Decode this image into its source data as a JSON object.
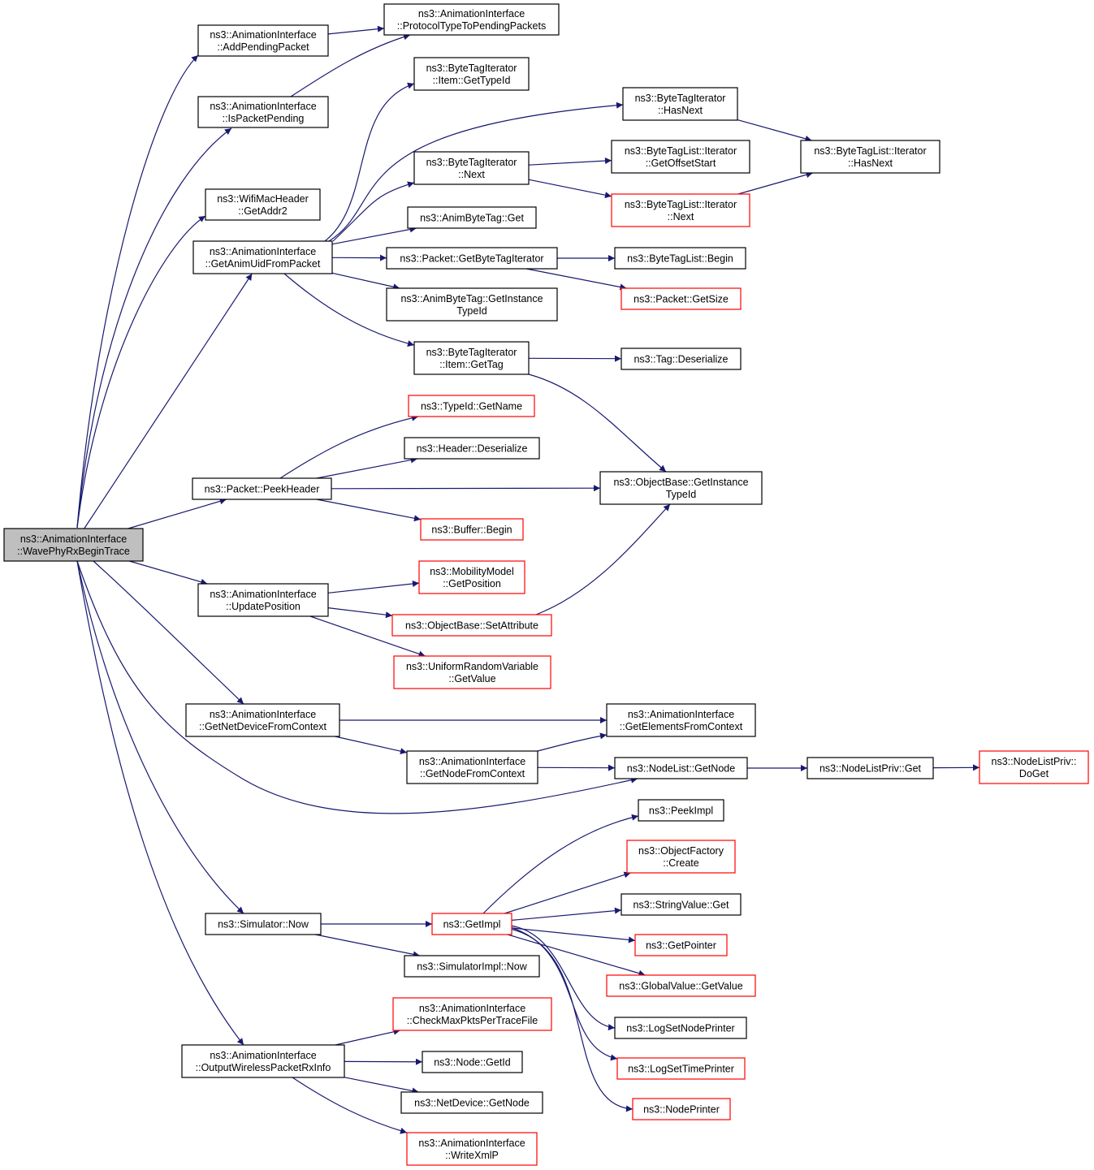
{
  "colors": {
    "edge": "#191970",
    "node_border": "#000000",
    "node_border_truncated": "#ff0000",
    "root_fill": "#bfbfbf"
  },
  "nodes": {
    "root": {
      "lines": [
        "ns3::AnimationInterface",
        "::WavePhyRxBeginTrace"
      ],
      "style": "root"
    },
    "addpend": {
      "lines": [
        "ns3::AnimationInterface",
        "::AddPendingPacket"
      ]
    },
    "protomap": {
      "lines": [
        "ns3::AnimationInterface",
        "::ProtocolTypeToPendingPackets"
      ]
    },
    "ispend": {
      "lines": [
        "ns3::AnimationInterface",
        "::IsPacketPending"
      ]
    },
    "getaddr2": {
      "lines": [
        "ns3::WifiMacHeader",
        "::GetAddr2"
      ]
    },
    "getuid": {
      "lines": [
        "ns3::AnimationInterface",
        "::GetAnimUidFromPacket"
      ]
    },
    "itemtypeid": {
      "lines": [
        "ns3::ByteTagIterator",
        "::Item::GetTypeId"
      ]
    },
    "bti_hasnext": {
      "lines": [
        "ns3::ByteTagIterator",
        "::HasNext"
      ]
    },
    "bti_next": {
      "lines": [
        "ns3::ByteTagIterator",
        "::Next"
      ]
    },
    "btl_offset": {
      "lines": [
        "ns3::ByteTagList::Iterator",
        "::GetOffsetStart"
      ]
    },
    "btl_next": {
      "lines": [
        "ns3::ByteTagList::Iterator",
        "::Next"
      ],
      "style": "red"
    },
    "btl_hasnext": {
      "lines": [
        "ns3::ByteTagList::Iterator",
        "::HasNext"
      ]
    },
    "abt_get": {
      "lines": [
        "ns3::AnimByteTag::Get"
      ]
    },
    "getbti": {
      "lines": [
        "ns3::Packet::GetByteTagIterator"
      ]
    },
    "btl_begin": {
      "lines": [
        "ns3::ByteTagList::Begin"
      ]
    },
    "pkt_getsize": {
      "lines": [
        "ns3::Packet::GetSize"
      ],
      "style": "red"
    },
    "abt_getinst": {
      "lines": [
        "ns3::AnimByteTag::GetInstance",
        "TypeId"
      ]
    },
    "itemgettag": {
      "lines": [
        "ns3::ByteTagIterator",
        "::Item::GetTag"
      ]
    },
    "tag_deser": {
      "lines": [
        "ns3::Tag::Deserialize"
      ]
    },
    "typeid_getname": {
      "lines": [
        "ns3::TypeId::GetName"
      ],
      "style": "red"
    },
    "hdr_deser": {
      "lines": [
        "ns3::Header::Deserialize"
      ]
    },
    "peekheader": {
      "lines": [
        "ns3::Packet::PeekHeader"
      ]
    },
    "ob_getinst": {
      "lines": [
        "ns3::ObjectBase::GetInstance",
        "TypeId"
      ]
    },
    "buf_begin": {
      "lines": [
        "ns3::Buffer::Begin"
      ],
      "style": "red"
    },
    "mob_getpos": {
      "lines": [
        "ns3::MobilityModel",
        "::GetPosition"
      ],
      "style": "red"
    },
    "updatepos": {
      "lines": [
        "ns3::AnimationInterface",
        "::UpdatePosition"
      ]
    },
    "ob_setattr": {
      "lines": [
        "ns3::ObjectBase::SetAttribute"
      ],
      "style": "red"
    },
    "urv_getval": {
      "lines": [
        "ns3::UniformRandomVariable",
        "::GetValue"
      ],
      "style": "red"
    },
    "getnetdev": {
      "lines": [
        "ns3::AnimationInterface",
        "::GetNetDeviceFromContext"
      ]
    },
    "getelem": {
      "lines": [
        "ns3::AnimationInterface",
        "::GetElementsFromContext"
      ]
    },
    "getnodefc": {
      "lines": [
        "ns3::AnimationInterface",
        "::GetNodeFromContext"
      ]
    },
    "nl_getnode": {
      "lines": [
        "ns3::NodeList::GetNode"
      ]
    },
    "nlp_get": {
      "lines": [
        "ns3::NodeListPriv::Get"
      ]
    },
    "nlp_doget": {
      "lines": [
        "ns3::NodeListPriv::",
        "DoGet"
      ],
      "style": "red"
    },
    "peekimpl": {
      "lines": [
        "ns3::PeekImpl"
      ]
    },
    "of_create": {
      "lines": [
        "ns3::ObjectFactory",
        "::Create"
      ],
      "style": "red"
    },
    "sim_now": {
      "lines": [
        "ns3::Simulator::Now"
      ]
    },
    "getimpl": {
      "lines": [
        "ns3::GetImpl"
      ],
      "style": "red"
    },
    "sv_get": {
      "lines": [
        "ns3::StringValue::Get"
      ]
    },
    "getpointer": {
      "lines": [
        "ns3::GetPointer"
      ],
      "style": "red"
    },
    "simimpl_now": {
      "lines": [
        "ns3::SimulatorImpl::Now"
      ]
    },
    "gv_getval": {
      "lines": [
        "ns3::GlobalValue::GetValue"
      ],
      "style": "red"
    },
    "lognodeprinter": {
      "lines": [
        "ns3::LogSetNodePrinter"
      ]
    },
    "logtimeprinter": {
      "lines": [
        "ns3::LogSetTimePrinter"
      ],
      "style": "red"
    },
    "nodeprinter": {
      "lines": [
        "ns3::NodePrinter"
      ],
      "style": "red"
    },
    "checkmax": {
      "lines": [
        "ns3::AnimationInterface",
        "::CheckMaxPktsPerTraceFile"
      ],
      "style": "red"
    },
    "outwifi": {
      "lines": [
        "ns3::AnimationInterface",
        "::OutputWirelessPacketRxInfo"
      ]
    },
    "node_getid": {
      "lines": [
        "ns3::Node::GetId"
      ]
    },
    "nd_getnode": {
      "lines": [
        "ns3::NetDevice::GetNode"
      ]
    },
    "writexmlp": {
      "lines": [
        "ns3::AnimationInterface",
        "::WriteXmlP"
      ],
      "style": "red"
    }
  },
  "edges": [
    [
      "root",
      "addpend"
    ],
    [
      "root",
      "ispend"
    ],
    [
      "root",
      "getaddr2"
    ],
    [
      "root",
      "getuid"
    ],
    [
      "root",
      "peekheader"
    ],
    [
      "root",
      "updatepos"
    ],
    [
      "root",
      "getnetdev"
    ],
    [
      "root",
      "nl_getnode"
    ],
    [
      "root",
      "sim_now"
    ],
    [
      "root",
      "outwifi"
    ],
    [
      "addpend",
      "protomap"
    ],
    [
      "ispend",
      "protomap"
    ],
    [
      "getuid",
      "itemtypeid"
    ],
    [
      "getuid",
      "bti_hasnext"
    ],
    [
      "getuid",
      "bti_next"
    ],
    [
      "getuid",
      "abt_get"
    ],
    [
      "getuid",
      "getbti"
    ],
    [
      "getuid",
      "abt_getinst"
    ],
    [
      "getuid",
      "itemgettag"
    ],
    [
      "bti_hasnext",
      "btl_hasnext"
    ],
    [
      "bti_next",
      "btl_offset"
    ],
    [
      "bti_next",
      "btl_next"
    ],
    [
      "btl_next",
      "btl_hasnext"
    ],
    [
      "getbti",
      "btl_begin"
    ],
    [
      "getbti",
      "pkt_getsize"
    ],
    [
      "itemgettag",
      "tag_deser"
    ],
    [
      "itemgettag",
      "ob_getinst"
    ],
    [
      "peekheader",
      "typeid_getname"
    ],
    [
      "peekheader",
      "hdr_deser"
    ],
    [
      "peekheader",
      "ob_getinst"
    ],
    [
      "peekheader",
      "buf_begin"
    ],
    [
      "updatepos",
      "mob_getpos"
    ],
    [
      "updatepos",
      "ob_setattr"
    ],
    [
      "updatepos",
      "urv_getval"
    ],
    [
      "ob_setattr",
      "ob_getinst"
    ],
    [
      "getnetdev",
      "getelem"
    ],
    [
      "getnetdev",
      "getnodefc"
    ],
    [
      "getnodefc",
      "getelem"
    ],
    [
      "getnodefc",
      "nl_getnode"
    ],
    [
      "nl_getnode",
      "nlp_get"
    ],
    [
      "nlp_get",
      "nlp_doget"
    ],
    [
      "sim_now",
      "getimpl"
    ],
    [
      "sim_now",
      "simimpl_now"
    ],
    [
      "getimpl",
      "peekimpl"
    ],
    [
      "getimpl",
      "of_create"
    ],
    [
      "getimpl",
      "sv_get"
    ],
    [
      "getimpl",
      "getpointer"
    ],
    [
      "getimpl",
      "gv_getval"
    ],
    [
      "getimpl",
      "lognodeprinter"
    ],
    [
      "getimpl",
      "logtimeprinter"
    ],
    [
      "getimpl",
      "nodeprinter"
    ],
    [
      "outwifi",
      "checkmax"
    ],
    [
      "outwifi",
      "node_getid"
    ],
    [
      "outwifi",
      "nd_getnode"
    ],
    [
      "outwifi",
      "writexmlp"
    ]
  ]
}
